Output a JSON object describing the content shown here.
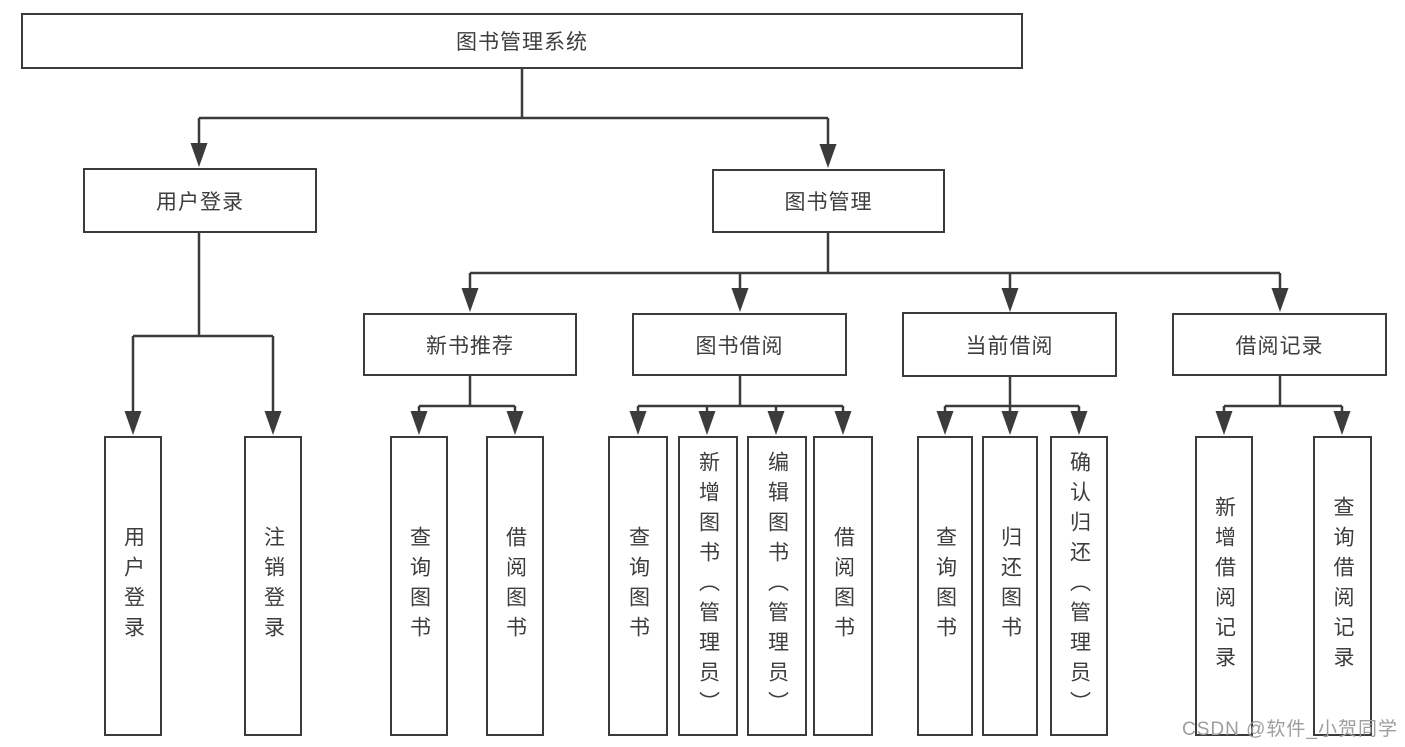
{
  "diagram": {
    "tree": {
      "root": {
        "label": "图书管理系统"
      },
      "level1": [
        {
          "label": "用户登录",
          "children": [
            {
              "label": "用户登录"
            },
            {
              "label": "注销登录"
            }
          ]
        },
        {
          "label": "图书管理",
          "children": [
            {
              "label": "新书推荐",
              "children": [
                {
                  "label": "查询图书"
                },
                {
                  "label": "借阅图书"
                }
              ]
            },
            {
              "label": "图书借阅",
              "children": [
                {
                  "label": "查询图书"
                },
                {
                  "label": "新增图书（管理员）"
                },
                {
                  "label": "编辑图书（管理员）"
                },
                {
                  "label": "借阅图书"
                }
              ]
            },
            {
              "label": "当前借阅",
              "children": [
                {
                  "label": "查询图书"
                },
                {
                  "label": "归还图书"
                },
                {
                  "label": "确认归还（管理员）"
                }
              ]
            },
            {
              "label": "借阅记录",
              "children": [
                {
                  "label": "新增借阅记录"
                },
                {
                  "label": "查询借阅记录"
                }
              ]
            }
          ]
        }
      ]
    },
    "watermark": "CSDN @软件_小贺同学",
    "colors": {
      "line": "#3b3b3b",
      "text": "#3d3d3d",
      "watermark": "#9e9e9e",
      "background": "#ffffff"
    }
  }
}
